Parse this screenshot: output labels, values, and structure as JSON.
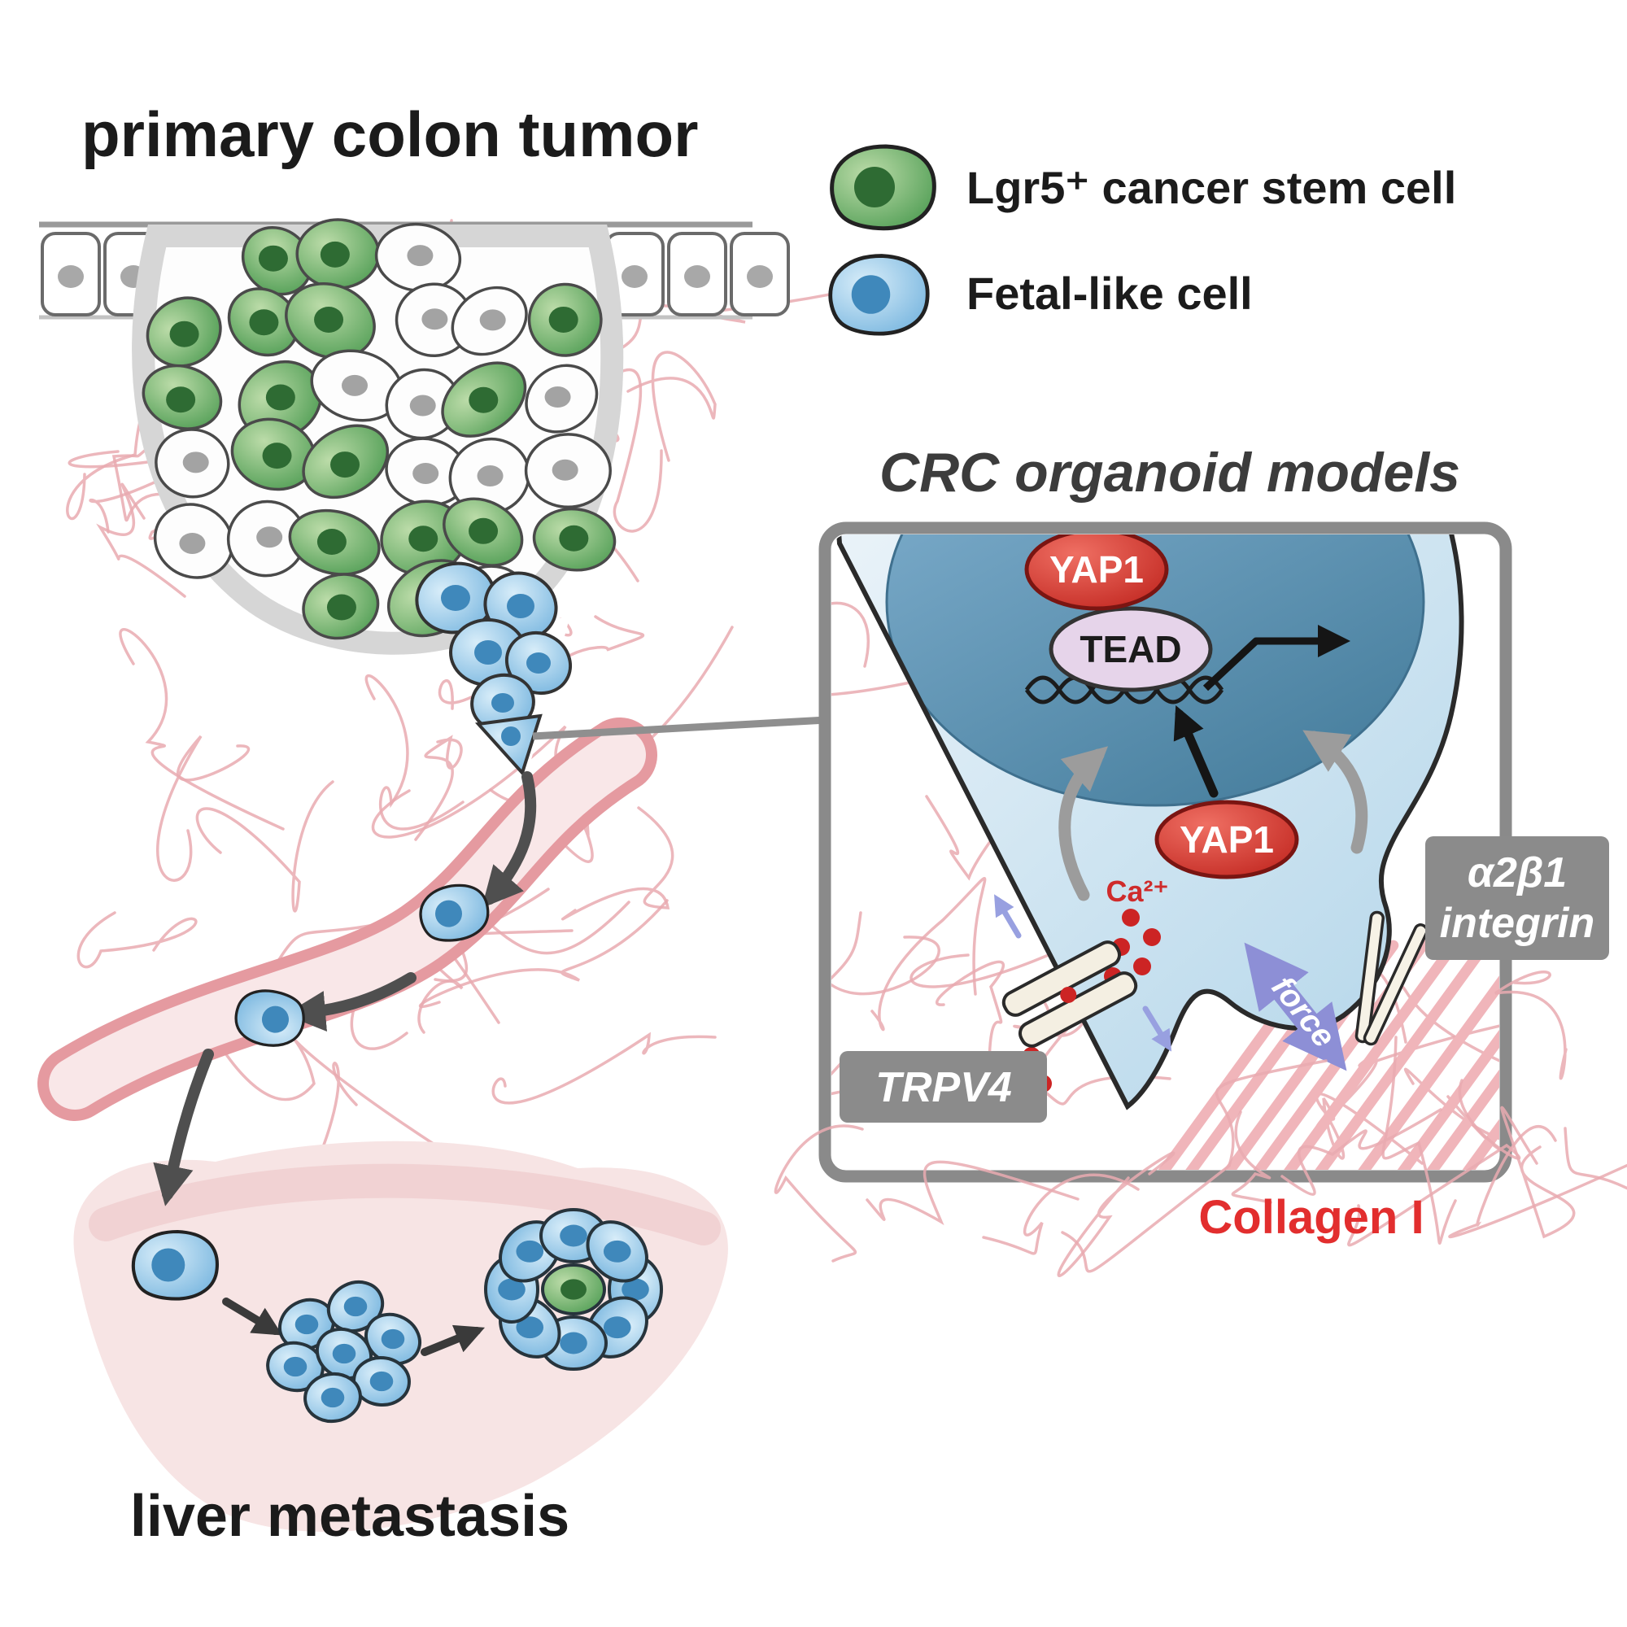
{
  "title": "primary colon tumor",
  "legend": {
    "items": [
      {
        "id": "lgr5",
        "label": "Lgr5⁺ cancer stem cell",
        "color": "#55a058"
      },
      {
        "id": "fetal",
        "label": "Fetal-like cell",
        "color": "#7cb8e0"
      }
    ]
  },
  "inset": {
    "title": "CRC organoid models",
    "labels": {
      "yap1_nuclear": "YAP1",
      "tead": "TEAD",
      "yap1_cytoplasm": "YAP1",
      "calcium": "Ca²⁺",
      "trpv4": "TRPV4",
      "integrin_line1": "α2β1",
      "integrin_line2": "integrin",
      "force": "force",
      "collagen": "Collagen I"
    }
  },
  "liver_label": "liver metastasis",
  "colors": {
    "stem_cell_green": "#55a058",
    "stem_nucleus_green": "#2e6b33",
    "fetal_blue": "#7cb8e0",
    "fetal_nucleus_blue": "#3f88bb",
    "yap1_red": "#c42b24",
    "tead_lavender": "#e6d4ea",
    "collagen_pink": "#e9aab0",
    "collagen_red_label": "#e22e2e",
    "force_purple": "#8d8fd6",
    "label_gray": "#8b8b8b",
    "vessel_pink": "#edbdc2"
  }
}
